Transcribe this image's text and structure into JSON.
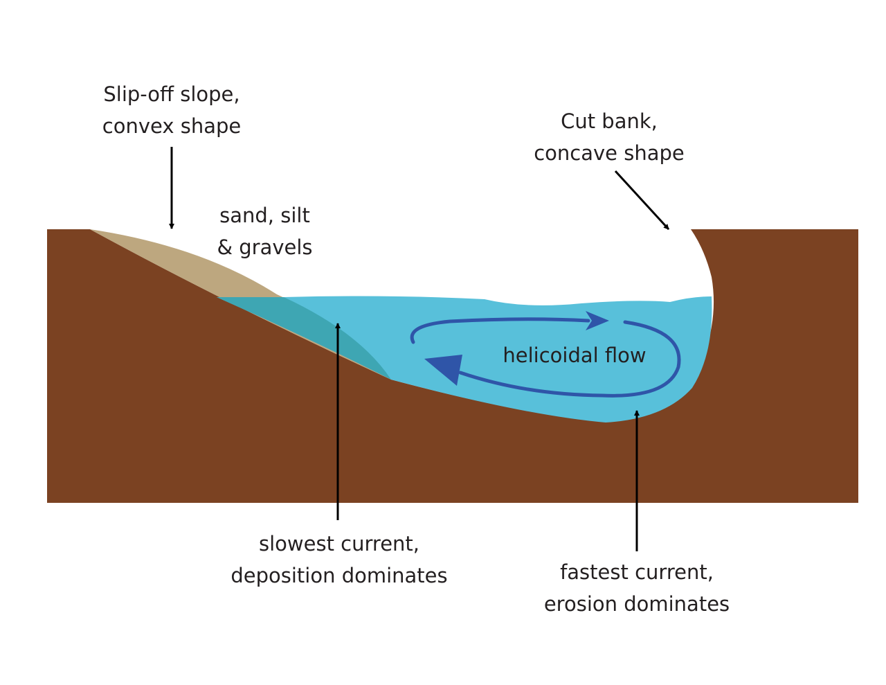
{
  "labels": {
    "slip_off": {
      "line1": "Slip-off slope,",
      "line2": "convex shape"
    },
    "sediment": {
      "line1": "sand, silt",
      "line2": "& gravels"
    },
    "cut_bank": {
      "line1": "Cut bank,",
      "line2": "concave shape"
    },
    "helicoidal": {
      "text": "helicoidal flow"
    },
    "slowest": {
      "line1": "slowest current,",
      "line2": "deposition dominates"
    },
    "fastest": {
      "line1": "fastest current,",
      "line2": "erosion dominates"
    }
  },
  "colors": {
    "ground": "#7b4222",
    "sediment": "#bda77f",
    "water": "#58c0da",
    "submerged_sediment": "#3ea6b3",
    "flow_arrow": "#2f55a8",
    "label_arrow": "#000000",
    "text": "#231f20"
  }
}
